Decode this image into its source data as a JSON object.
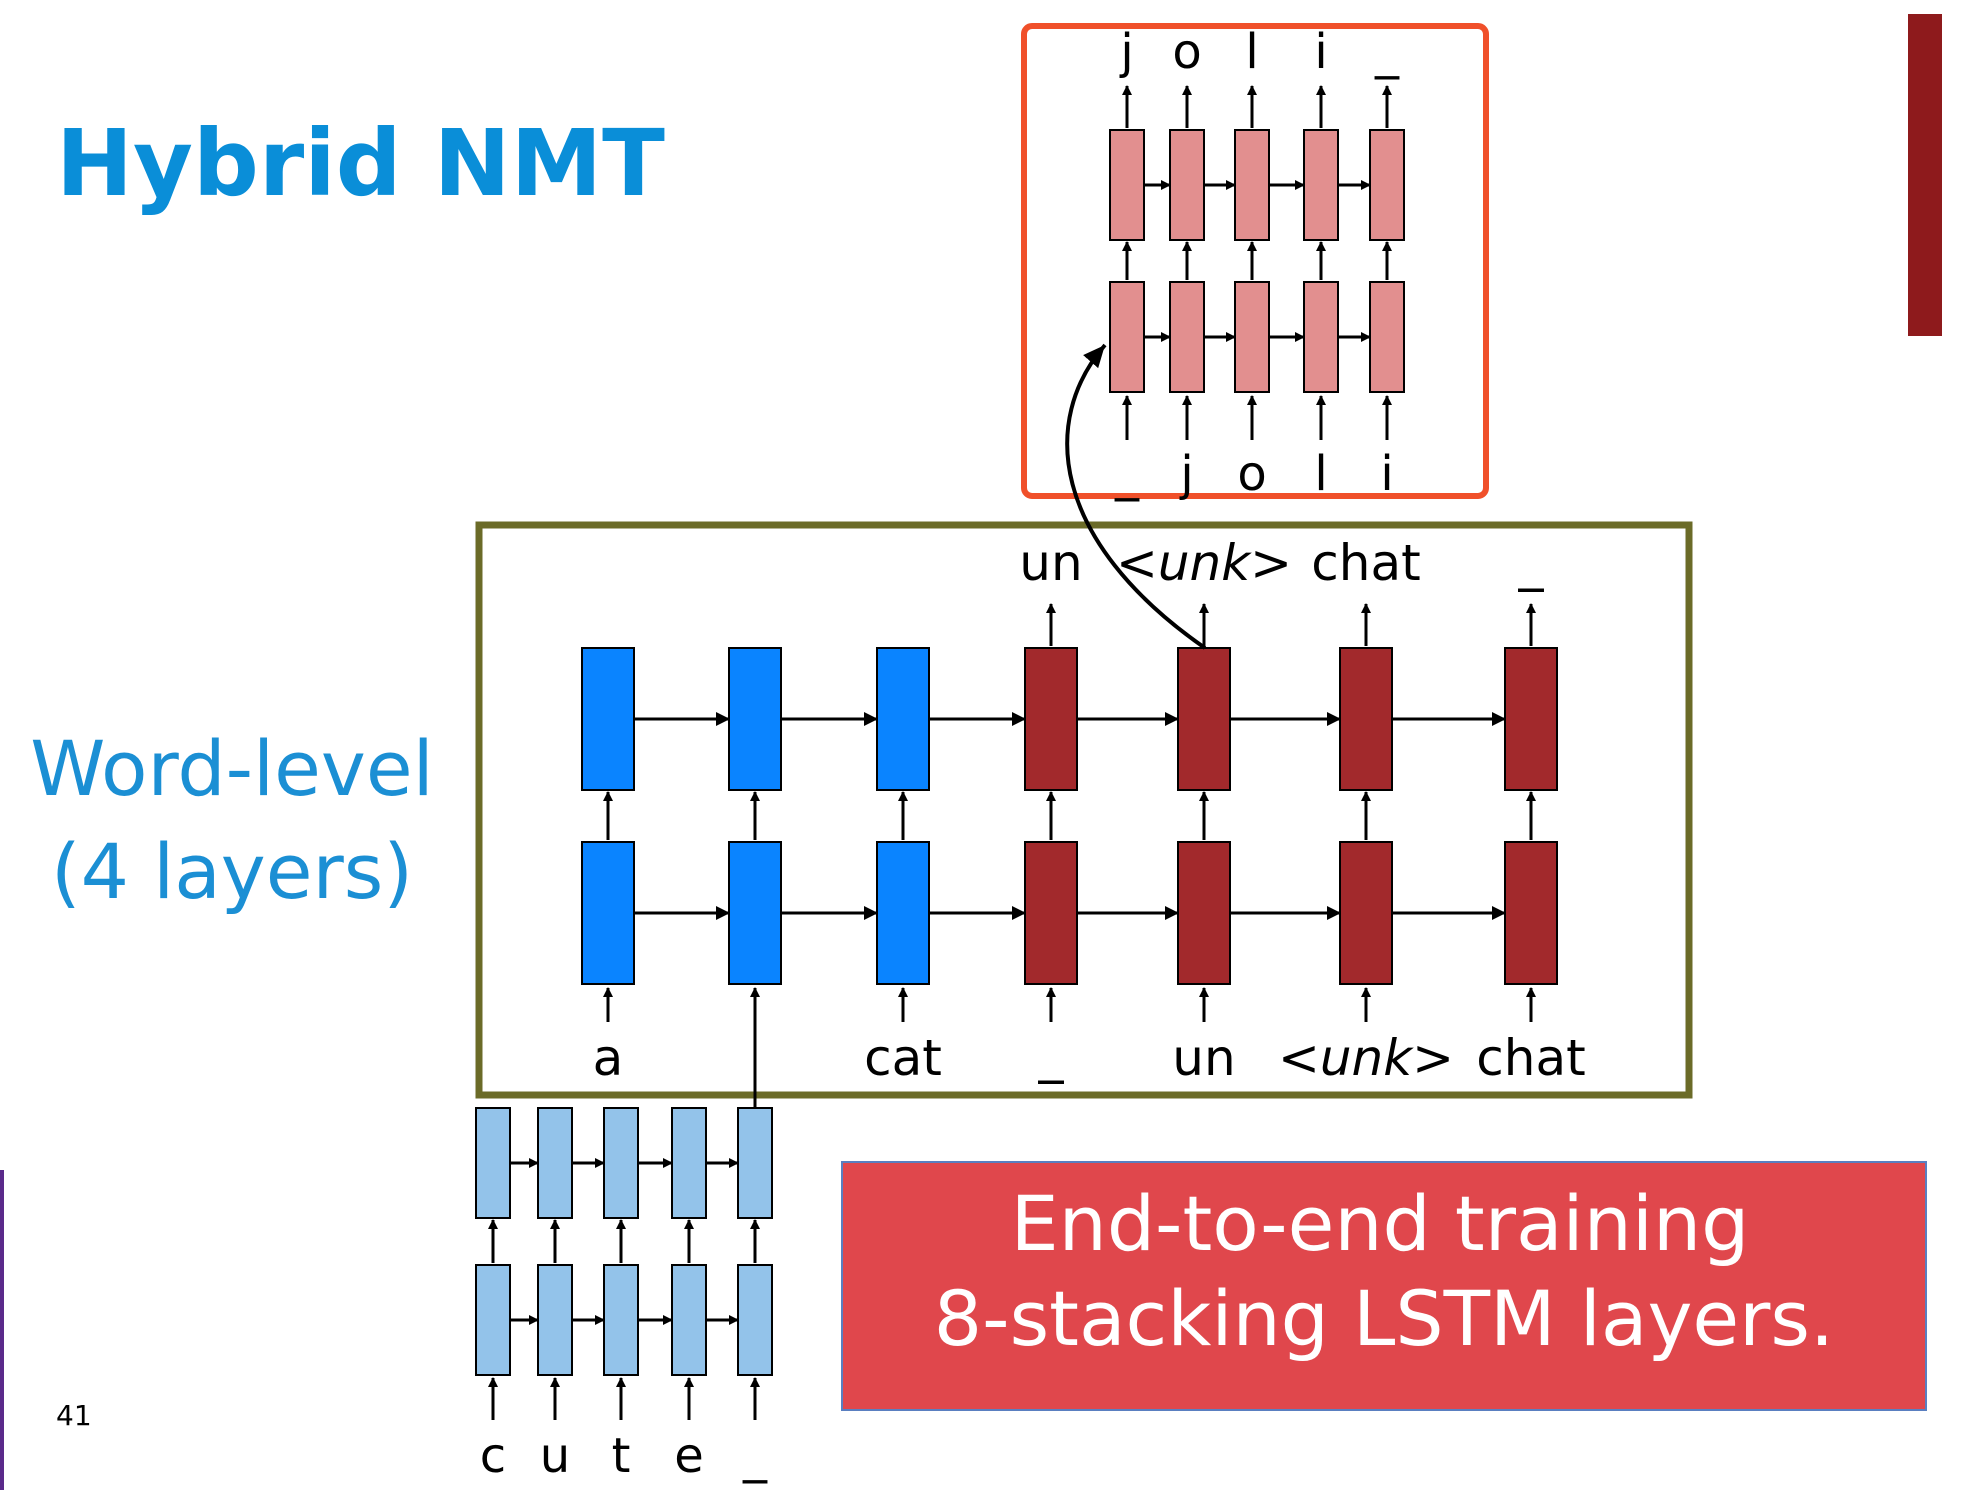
{
  "slide": {
    "title": "Hybrid NMT",
    "side_label_line1": "Word-level",
    "side_label_line2": "(4 layers)",
    "page_number": "41",
    "callout_line1": "End-to-end training",
    "callout_line2": "8-stacking LSTM layers."
  },
  "colors": {
    "title": "#0a8ed8",
    "side_label": "#1b8fd4",
    "encoder_word": "#0a84ff",
    "decoder_word": "#a2292c",
    "char_encoder": "#93c3ea",
    "char_decoder": "#e28f8f",
    "word_box_border": "#6b6b28",
    "char_box_border": "#f0502a",
    "callout_bg": "#e0474c",
    "accent_bar": "#8e1a1c",
    "left_bar": "#5a2a8a"
  },
  "char_decoder": {
    "outputs": [
      "j",
      "o",
      "l",
      "i",
      "_"
    ],
    "inputs": [
      "_",
      "j",
      "o",
      "l",
      "i"
    ]
  },
  "word_level": {
    "inputs": [
      "a",
      "",
      "cat",
      "_",
      "un",
      "<unk>",
      "chat"
    ],
    "outputs": [
      "",
      "",
      "",
      "un",
      "<unk>",
      "chat",
      "_"
    ]
  },
  "char_encoder": {
    "inputs": [
      "c",
      "u",
      "t",
      "e",
      "_"
    ]
  }
}
